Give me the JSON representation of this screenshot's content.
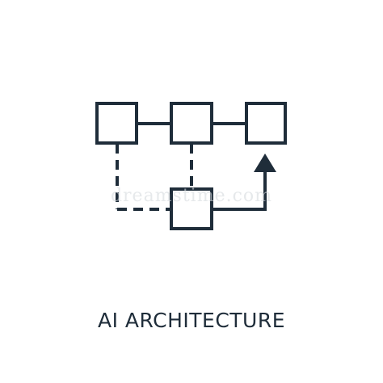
{
  "colors": {
    "ink": "#1f2d3a",
    "background": "#ffffff",
    "watermark": "#d7dbdf"
  },
  "icon": {
    "name": "ai-architecture-icon",
    "nodes": [
      "node-1",
      "node-2",
      "node-3",
      "node-4"
    ]
  },
  "watermark": {
    "text": "dreamstime.com"
  },
  "caption": {
    "text": "AI ARCHITECTURE"
  }
}
